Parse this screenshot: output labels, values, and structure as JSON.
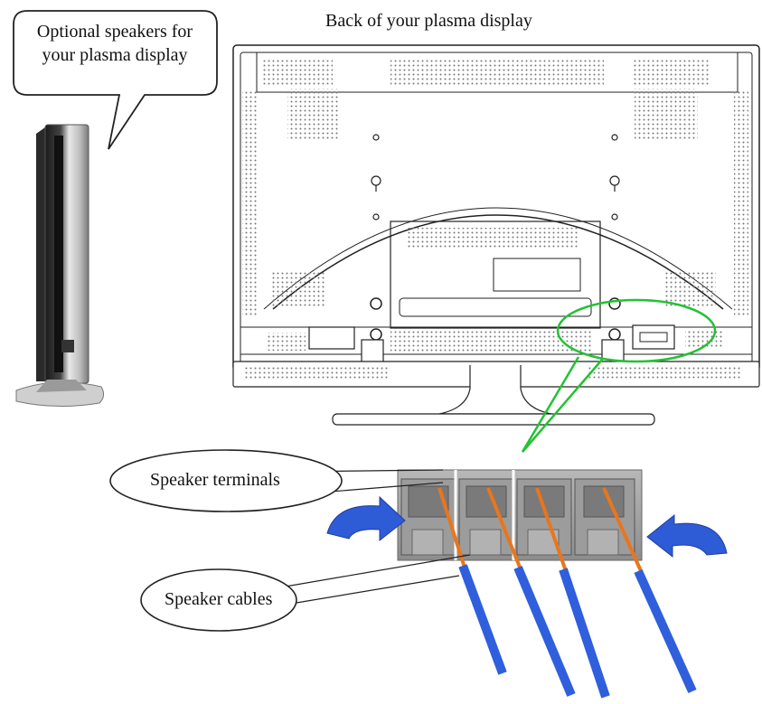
{
  "title": "Back of your plasma display",
  "callouts": {
    "speakers_line1": "Optional speakers for",
    "speakers_line2": "your plasma display",
    "terminals": "Speaker terminals",
    "cables": "Speaker cables"
  },
  "colors": {
    "highlight": "#22c232",
    "wire_core": "#e8761e",
    "wire_insulation": "#2f5fdc",
    "arrow": "#2e5bd6",
    "line_art": "#222222",
    "terminal_block": "#a9a9a9"
  },
  "icons": [
    "speaker-icon",
    "plasma-display-back-icon",
    "speaker-terminal-icon",
    "speaker-cable-icon",
    "curved-arrow-icon"
  ]
}
